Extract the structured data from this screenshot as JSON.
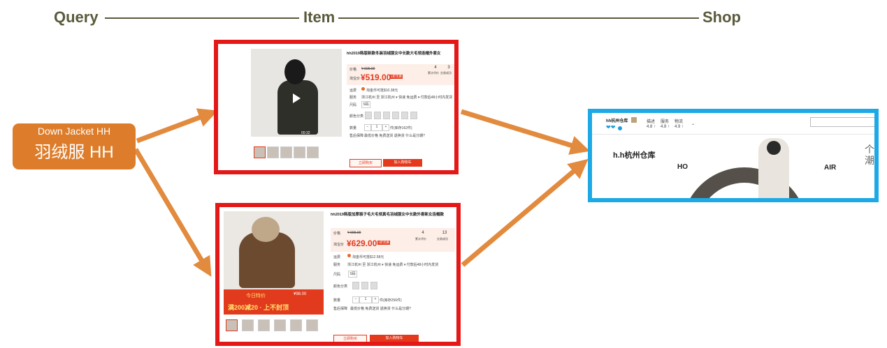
{
  "header": {
    "query": "Query",
    "item": "Item",
    "shop": "Shop"
  },
  "query": {
    "english": "Down Jacket HH",
    "chinese": "羽绒服 HH"
  },
  "item1": {
    "title": "hh2019韩版新款冬装羽绒服女中长款大毛领连帽外套女",
    "orig_label": "价格",
    "orig_price": "¥ 699.00",
    "promo_label": "淘宝价",
    "price": "¥519.00",
    "tag": "1折优惠",
    "stat1_value": "4",
    "stat1_label": "累计评价",
    "stat2_value": "3",
    "stat2_label": "交易成功",
    "delivery_label": "运费",
    "delivery": "淘金币可抵$10.38元",
    "service_label": "服务",
    "service": "浙江杭州 至 浙江杭州 ▾ 快递 免运费 ▾ 付款后48小时内发货",
    "size_label": "尺码",
    "size": "S码",
    "color_label": "颜色分类",
    "qty_label": "数量",
    "qty": "1",
    "stock": "件(库存162件)",
    "consult_label": "售后保障",
    "consult": "最低价格 免费送货 退换货 什么是分期?",
    "video_time": "00:32",
    "buy_label": "立即购买",
    "cart_label": "加入购物车"
  },
  "item2": {
    "title": "hh2019韩版加厚貉子毛大毛领真毛羽绒服女中长款外套新女连帽款",
    "orig_label": "价格",
    "orig_price": "¥ 999.00",
    "promo_label": "淘宝价",
    "price": "¥629.00",
    "tag": "1折优惠",
    "stat1_value": "4",
    "stat1_label": "累计评价",
    "stat2_value": "13",
    "stat2_label": "交易成功",
    "delivery_label": "运费",
    "delivery": "淘金币可抵$12.58元",
    "service_label": "服务",
    "service": "浙江杭州 至 浙江杭州 ▾ 快递 免运费 ▾ 付款后48小时内发货",
    "size_label": "尺码",
    "size": "S码",
    "color_label": "颜色分类",
    "qty_label": "数量",
    "qty": "1",
    "stock": "件(库存256件)",
    "consult_label": "售后保障",
    "consult": "最低价格 免费送货 退换货 什么是分期?",
    "banner_top": "今日特价",
    "banner_price": "¥98.00",
    "banner_text": "满200减20 · 上不封顶",
    "buy_label": "立即购买",
    "cart_label": "加入购物车"
  },
  "shop": {
    "name": "hh杭州仓库",
    "nav1": "描述",
    "nav2": "服务",
    "nav3": "物流",
    "score1": "4.8 ↑",
    "score2": "4.8 ↑",
    "score3": "4.9 ↑",
    "banner_name": "h.h杭州仓库",
    "ho": "HO",
    "air": "AIR",
    "side_text": "个\n潮"
  },
  "colors": {
    "orange": "#dd7d2b",
    "red_frame": "#e51818",
    "blue_frame": "#1ca9e6",
    "header_text": "#5a5a3c"
  }
}
